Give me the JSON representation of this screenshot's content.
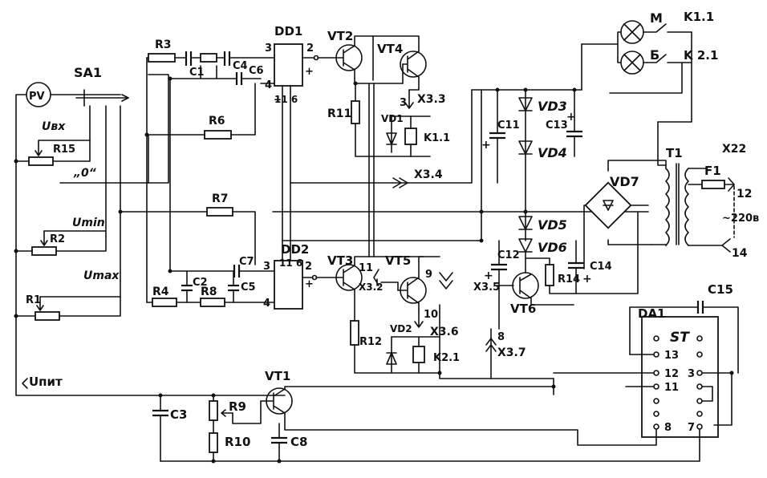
{
  "labels": {
    "SA1": "SA1",
    "PV": "PV",
    "Ubx": "Uвx",
    "R15": "R15",
    "zero": "„0“",
    "Umin": "Umin",
    "R2": "R2",
    "Umax": "Umax",
    "R1": "R1",
    "Upit": "Uпит",
    "R3": "R3",
    "C1": "C1",
    "C4": "C4",
    "C6": "C6",
    "R6": "R6",
    "R7": "R7",
    "C7": "C7",
    "R4": "R4",
    "C2": "C2",
    "R8": "R8",
    "C5": "C5",
    "DD1": "DD1",
    "DD1_p3": "3",
    "DD1_p2": "2",
    "DD1_p4": "4",
    "DD1_plus": "+",
    "DD1_p11_6": "11  6",
    "DD2": "DD2",
    "DD2_p3": "3",
    "DD2_p2": "2",
    "DD2_p4": "4",
    "DD2_plus": "+",
    "DD2_p11_6": "11 6",
    "VT2": "VT2",
    "VT4": "VT4",
    "R11": "R11",
    "VD1": "VD1",
    "K11": "K1.1",
    "X33": "X3.3",
    "X33_pin": "3",
    "X34": "X3.4",
    "VT3": "VT3",
    "X32": "X3.2",
    "pin11": "11",
    "VT5": "VT5",
    "pin9": "9",
    "pin10": "10",
    "R12": "R12",
    "VD2": "VD2",
    "X36": "X3.6",
    "K21": "K2.1",
    "C11": "C11",
    "VD3": "VD3",
    "C13": "C13",
    "VD4": "VD4",
    "VD5": "VD5",
    "VD6": "VD6",
    "C12": "C12",
    "X35": "X3.5",
    "R14": "R14",
    "C14": "C14",
    "VT6": "VT6",
    "pin8": "8",
    "X37": "X3.7",
    "VD7": "VD7",
    "T1": "T1",
    "F1": "F1",
    "X22": "X22",
    "pin12": "12",
    "v220": "~220в",
    "pin14": "14",
    "M": "M",
    "B": "Б",
    "K11a": "K1.1",
    "K21a": "K 2.1",
    "C15": "C15",
    "DA1": "DA1",
    "ST": "ST",
    "da13": "13",
    "da12": "12",
    "da11": "11",
    "da8": "8",
    "da7": "7",
    "da3": "3",
    "VT1": "VT1",
    "C3": "C3",
    "R9": "R9",
    "R10": "R10",
    "C8": "C8"
  }
}
